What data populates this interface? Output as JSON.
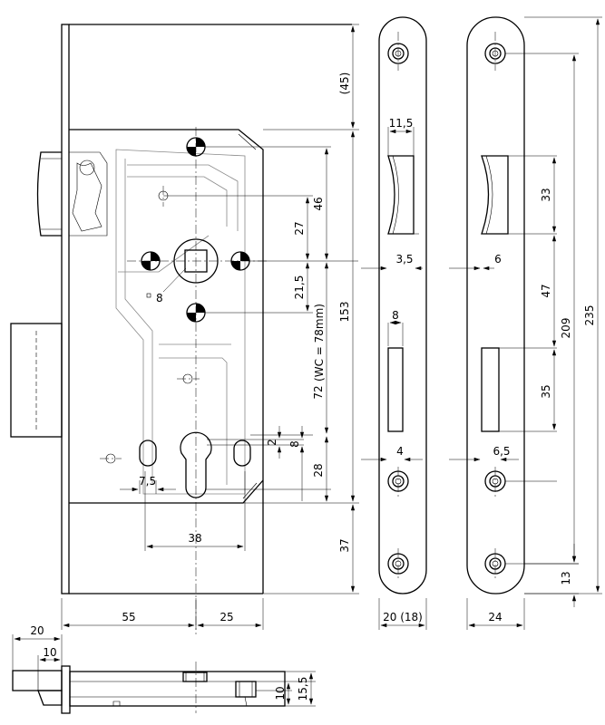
{
  "labels": {
    "d45": "(45)",
    "d46": "46",
    "d27": "27",
    "d21_5": "21,5",
    "d153": "153",
    "d72": "72",
    "d28": "28",
    "d37": "37",
    "dwc": "(WC = 78mm)",
    "d8sq": "8",
    "d2": "2",
    "d8": "8",
    "d7_5": "7,5",
    "d38": "38",
    "d55": "55",
    "d25": "25",
    "d11_5": "11,5",
    "d3_5": "3,5",
    "d8b": "8",
    "d4": "4",
    "d20_18": "20 (18)",
    "d33": "33",
    "d6": "6",
    "d47": "47",
    "d209": "209",
    "d235": "235",
    "d35": "35",
    "d6_5": "6,5",
    "d13": "13",
    "d24": "24",
    "d20": "20",
    "d10": "10",
    "d10b": "10",
    "d15_5": "15,5"
  }
}
